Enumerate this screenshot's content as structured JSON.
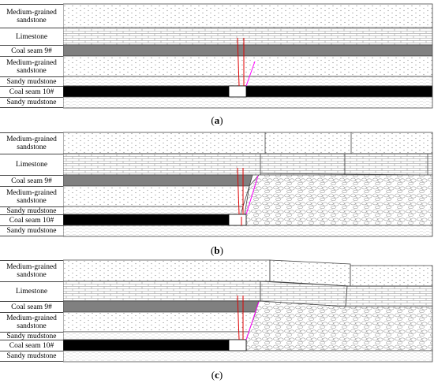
{
  "strata_labels": [
    "Medium-grained sandstone",
    "Limestone",
    "Coal seam 9#",
    "Medium-grained sandstone",
    "Sandy mudstone",
    "Coal seam 10#",
    "Sandy mudstone"
  ],
  "panels": [
    {
      "id": "a",
      "caption_open": "(",
      "caption_letter": "a",
      "caption_close": ")"
    },
    {
      "id": "b",
      "caption_open": "(",
      "caption_letter": "b",
      "caption_close": ")"
    },
    {
      "id": "c",
      "caption_open": "(",
      "caption_letter": "c",
      "caption_close": ")"
    }
  ],
  "colors": {
    "coal_seam_9": "#808080",
    "coal_seam_10": "#000000",
    "line_red": "#e00000",
    "line_magenta": "#ff00ff",
    "pattern_ink": "#8a8a8a"
  }
}
